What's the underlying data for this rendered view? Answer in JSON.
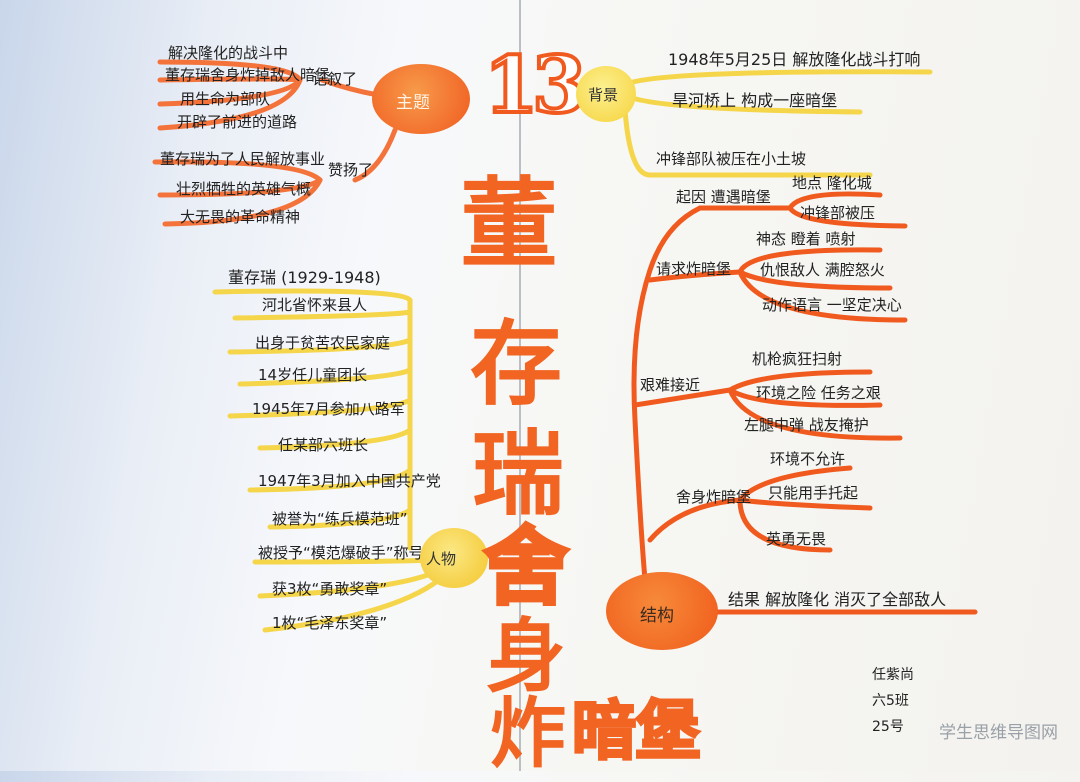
{
  "title": {
    "lesson_number": "13",
    "main_chars": [
      "董",
      "存",
      "瑞",
      "舍",
      "身",
      "炸"
    ],
    "sub": "暗堡"
  },
  "theme": {
    "node": "主题",
    "commemorate_label": "记叙了",
    "commemorate_items": [
      "解决隆化的战斗中",
      "董存瑞舍身炸掉敌人暗堡",
      "用生命为部队",
      "开辟了前进的道路"
    ],
    "praise_label": "赞扬了",
    "praise_items": [
      "董存瑞为了人民解放事业",
      "壮烈牺牲的英雄气概",
      "大无畏的革命精神"
    ]
  },
  "person": {
    "node": "人物",
    "name": "董存瑞 (1929-1948)",
    "items": [
      "河北省怀来县人",
      "出身于贫苦农民家庭",
      "14岁任儿童团长",
      "1945年7月参加八路军",
      "任某部六班长",
      "1947年3月加入中国共产党",
      "被誉为“练兵模范班”",
      "被授予“模范爆破手”称号",
      "获3枚“勇敢奖章”",
      "1枚“毛泽东奖章”"
    ]
  },
  "background": {
    "node": "背景",
    "items": [
      "1948年5月25日 解放隆化战斗打响",
      "旱河桥上 构成一座暗堡",
      "冲锋部队被压在小土坡"
    ]
  },
  "structure": {
    "node": "结构",
    "cause": {
      "label": "起因 遭遇暗堡",
      "leaves": [
        "地点 隆化城",
        "冲锋部被压"
      ]
    },
    "request": {
      "label": "请求炸暗堡",
      "leaves": [
        "神态 瞪着 喷射",
        "仇恨敌人 满腔怒火",
        "动作语言 一坚定决心"
      ]
    },
    "approach": {
      "label": "艰难接近",
      "leaves": [
        "机枪疯狂扫射",
        "环境之险 任务之艰",
        "左腿中弹 战友掩护"
      ]
    },
    "bomb": {
      "label": "舍身炸暗堡",
      "leaves": [
        "环境不允许",
        "只能用手托起",
        "英勇无畏"
      ]
    },
    "result": "结果  解放隆化 消灭了全部敌人"
  },
  "signature": [
    "任紫尚",
    "六5班",
    "25号"
  ],
  "watermark": "学生思维导图网"
}
